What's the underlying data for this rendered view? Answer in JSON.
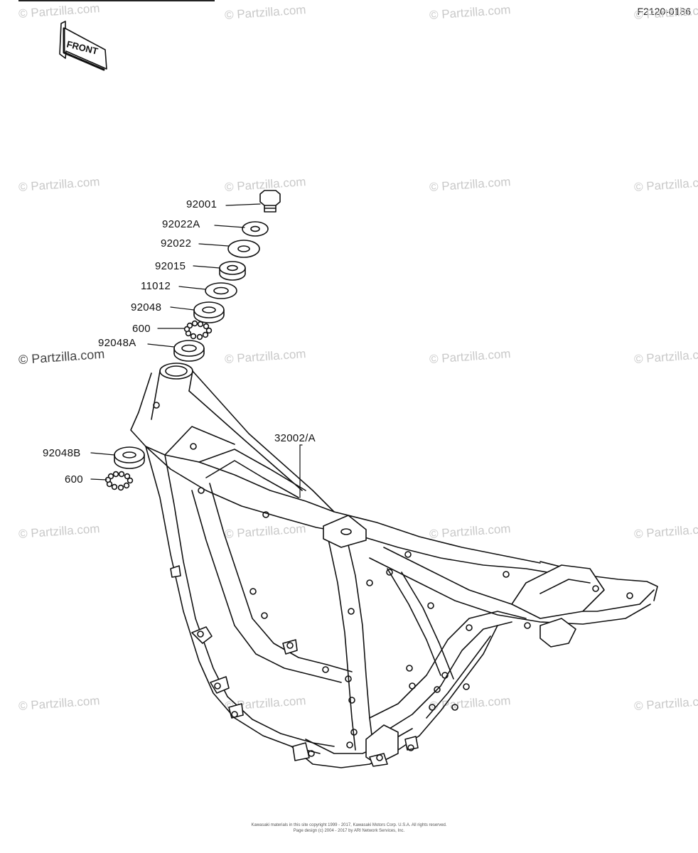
{
  "header": {
    "diagram_code": "F2120-0186",
    "front_arrow_label": "FRONT"
  },
  "watermark": {
    "text": "© Partzilla.com"
  },
  "callouts": [
    {
      "id": "92001",
      "label": "92001"
    },
    {
      "id": "92022A",
      "label": "92022A"
    },
    {
      "id": "92022",
      "label": "92022"
    },
    {
      "id": "92015",
      "label": "92015"
    },
    {
      "id": "11012",
      "label": "11012"
    },
    {
      "id": "92048",
      "label": "92048"
    },
    {
      "id": "600-top",
      "label": "600"
    },
    {
      "id": "92048A",
      "label": "92048A"
    },
    {
      "id": "92048B",
      "label": "92048B"
    },
    {
      "id": "600-bottom",
      "label": "600"
    },
    {
      "id": "32002A",
      "label": "32002/A"
    }
  ],
  "footer": {
    "line1": "Kawasaki materials in this site copyright 1999 - 2017, Kawasaki Motors Corp. U.S.A. All rights reserved.",
    "line2": "Page design (c) 2004 - 2017 by ARI Network Services, Inc."
  }
}
